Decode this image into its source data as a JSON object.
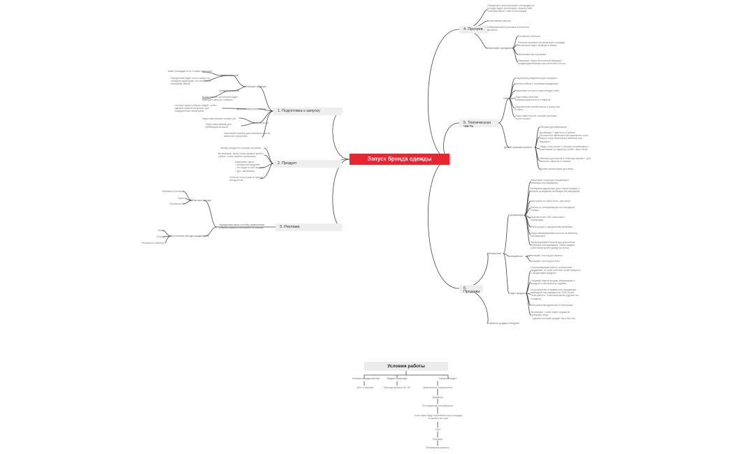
{
  "central": "Запуск бренда одежды",
  "branches": {
    "prep": {
      "label": "1. Подготовка к запуску",
      "items": [
        "Какие площадки есть и какая аудитория",
        "Определяем будет ли это запуск на холодную аудиторию, на теплую или гибридный запуск",
        "Анализ каналов",
        "Текущая ситуация",
        "Бюджет на запуск",
        "Выбор потока, на который будет приходить деньги с запуска",
        "Сколько нужно собрать людей, чтобы сделать нужный результат, при определенных конверсиях",
        "Декомпозиция результата",
        "Подготовка анализ онлайн ЦА",
        "Анализ ЦА",
        "Подготовка заводы для публикации аналога",
        "Написание показов для написания постов смыслов и прогревов"
      ]
    },
    "product": {
      "label": "2. Продукт",
      "items": [
        "Выбор продукта и позиции на рынке",
        "Вытягиваем, какие этапы должен пройти ученик, чтобы прийти к результату",
        "Написание курса\n– Количество модулей\n– Что будет в этих модулях\n– Доп. материалы",
        "Отличие этого курса от курсов конкурентов"
      ]
    },
    "ads": {
      "label": "3. Реклама",
      "items": [
        "Реклама у блогеров",
        "Платные методы",
        "Таргет",
        "Реклама в ВК",
        "Посев",
        "Бесплатные методы продвижения",
        "Ютубер",
        "Реклама по бартеру",
        "Определяем какие способы привлечения трафика будем использовать на запуске"
      ]
    },
    "warmup": {
      "label": "4. Прогрев",
      "items": [
        "Определить цели прогрева и площадку на которую будет происходить запуск (Сайт, Телеграм-канал, пабл в Инстаграм)",
        "Выписываем смыслы",
        "Собираем кейсы учеников и клиентов эксперта",
        "Написание сценариев",
        "Расписана личность",
        "Решили сценарии прогрева для площадки, на которую будет проводить запуск",
        "Прописаны все прогревы",
        "Например: через бесплатный марафон / продающий вебинар или интенсив с ботом"
      ]
    },
    "tech": {
      "label": "5. Техническая часть",
      "items": [
        "Сайт",
        "Подобраны референсы для лендинга",
        "Анализ сайтов с похожими продуктами",
        "Написание постов и смыслов для сайта",
        "Подготовка политики конфиденциальности и оферты",
        "Подключение онлайн-кассы и рассрочки к сайту",
        "Подготовка листов, которые приходят после оплаты",
        "Дизайн упаковки проекта",
        "Обложки для вебинаров",
        "Дизайнеры + дев Боты в канале, Бесплатного вебинара или марафона, если запуск через бесплатные вебинар или марафон",
        "Гайды и чек-листы + которые отправляются участникам по подписку, слоёв, через боты",
        "Обложки для постов в Телеграм-канале + для анонсов, опросов и отзывов",
        "Дизайн презентации для вебы"
      ]
    },
    "sales": {
      "label": "6. Продажи",
      "items": [
        "Автоворонка",
        "Организация",
        "Написание структуры продающего вебинара или марафона",
        "Выбираем идеальную дату старта продаж и сроков проведения вебинара или марафона",
        "Настройка по части боты, рассылки",
        "Работа по спецификации по платформе Геткурс",
        "Подключение СМС рассылки и платформы",
        "Регистрация к оформлению вебинара",
        "Подготавливаем кейсы постов на вебинар или марафон",
        "Предупреждаем бонусы для участников вебинара или марафона, чтобы каждая участников пройти дойдя до конца",
        "Копирайтинг",
        "Копирайт постов для каналы",
        "Копирайт постов для боты",
        "Отдел продаж",
        "Организовываем работу технической поддержки, которая отвечает на все вопросы о продающем продукте",
        "Отправку отделу продаж информацию о продукте и техническое задание",
        "На проработке отправку всех продающих вебинаров или марафонов, СМС почта, Телеграм-бот. Отмечаем какой и другие что опоздали",
        "Настройка автодозвонов и телефонии",
        "Проверяем, чтобы отдел продаж не пропускал лиды",
        "Сделать который продает бы и без нас",
        "Открытие продаж в Telegram"
      ]
    }
  },
  "conditions": {
    "title": "Условия работы",
    "cols": [
      "Условия сотрудничества",
      "Бюджет / расходы",
      "Какие расходы?"
    ],
    "vals": [
      "40% от запуска",
      "Расходы делятся 50 / 50",
      "Привлечение специалиста"
    ],
    "chain": [
      "Дизайнер",
      "Последующие специалисты",
      "Если какие будут привлечены на площадку, за деньги тех-трат",
      "Сайт",
      "Рекламы",
      "Вебинарная комната"
    ]
  }
}
